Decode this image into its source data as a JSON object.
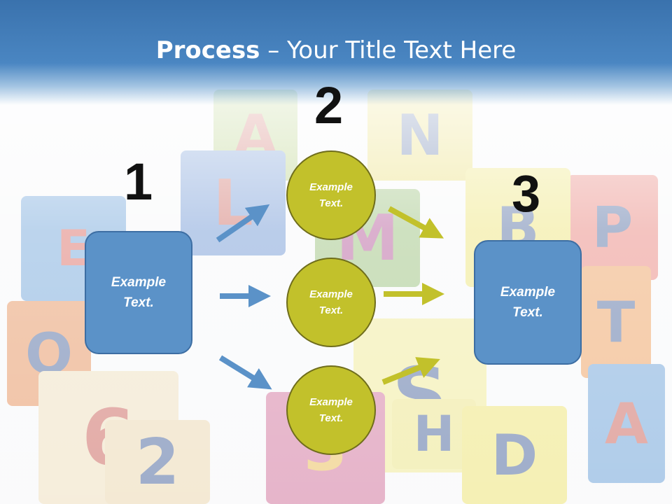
{
  "title": {
    "bold": "Process",
    "rest": " – Your Title Text Here"
  },
  "steps": [
    {
      "number": "1",
      "text": "Example\nText."
    },
    {
      "number": "2",
      "circles": [
        "Example\nText.",
        "Example\nText.",
        "Example\nText."
      ]
    },
    {
      "number": "3",
      "text": "Example\nText."
    }
  ],
  "colors": {
    "box": "#5b92c8",
    "circle": "#c2c12b",
    "arrow_blue": "#5b92c8",
    "arrow_olive": "#c2c12b",
    "header": "#3a72ad"
  },
  "background": {
    "letters": [
      "A",
      "N",
      "L",
      "M",
      "E",
      "Q",
      "6",
      "2",
      "S",
      "H",
      "D",
      "P",
      "T",
      "A",
      "B",
      "3"
    ]
  }
}
